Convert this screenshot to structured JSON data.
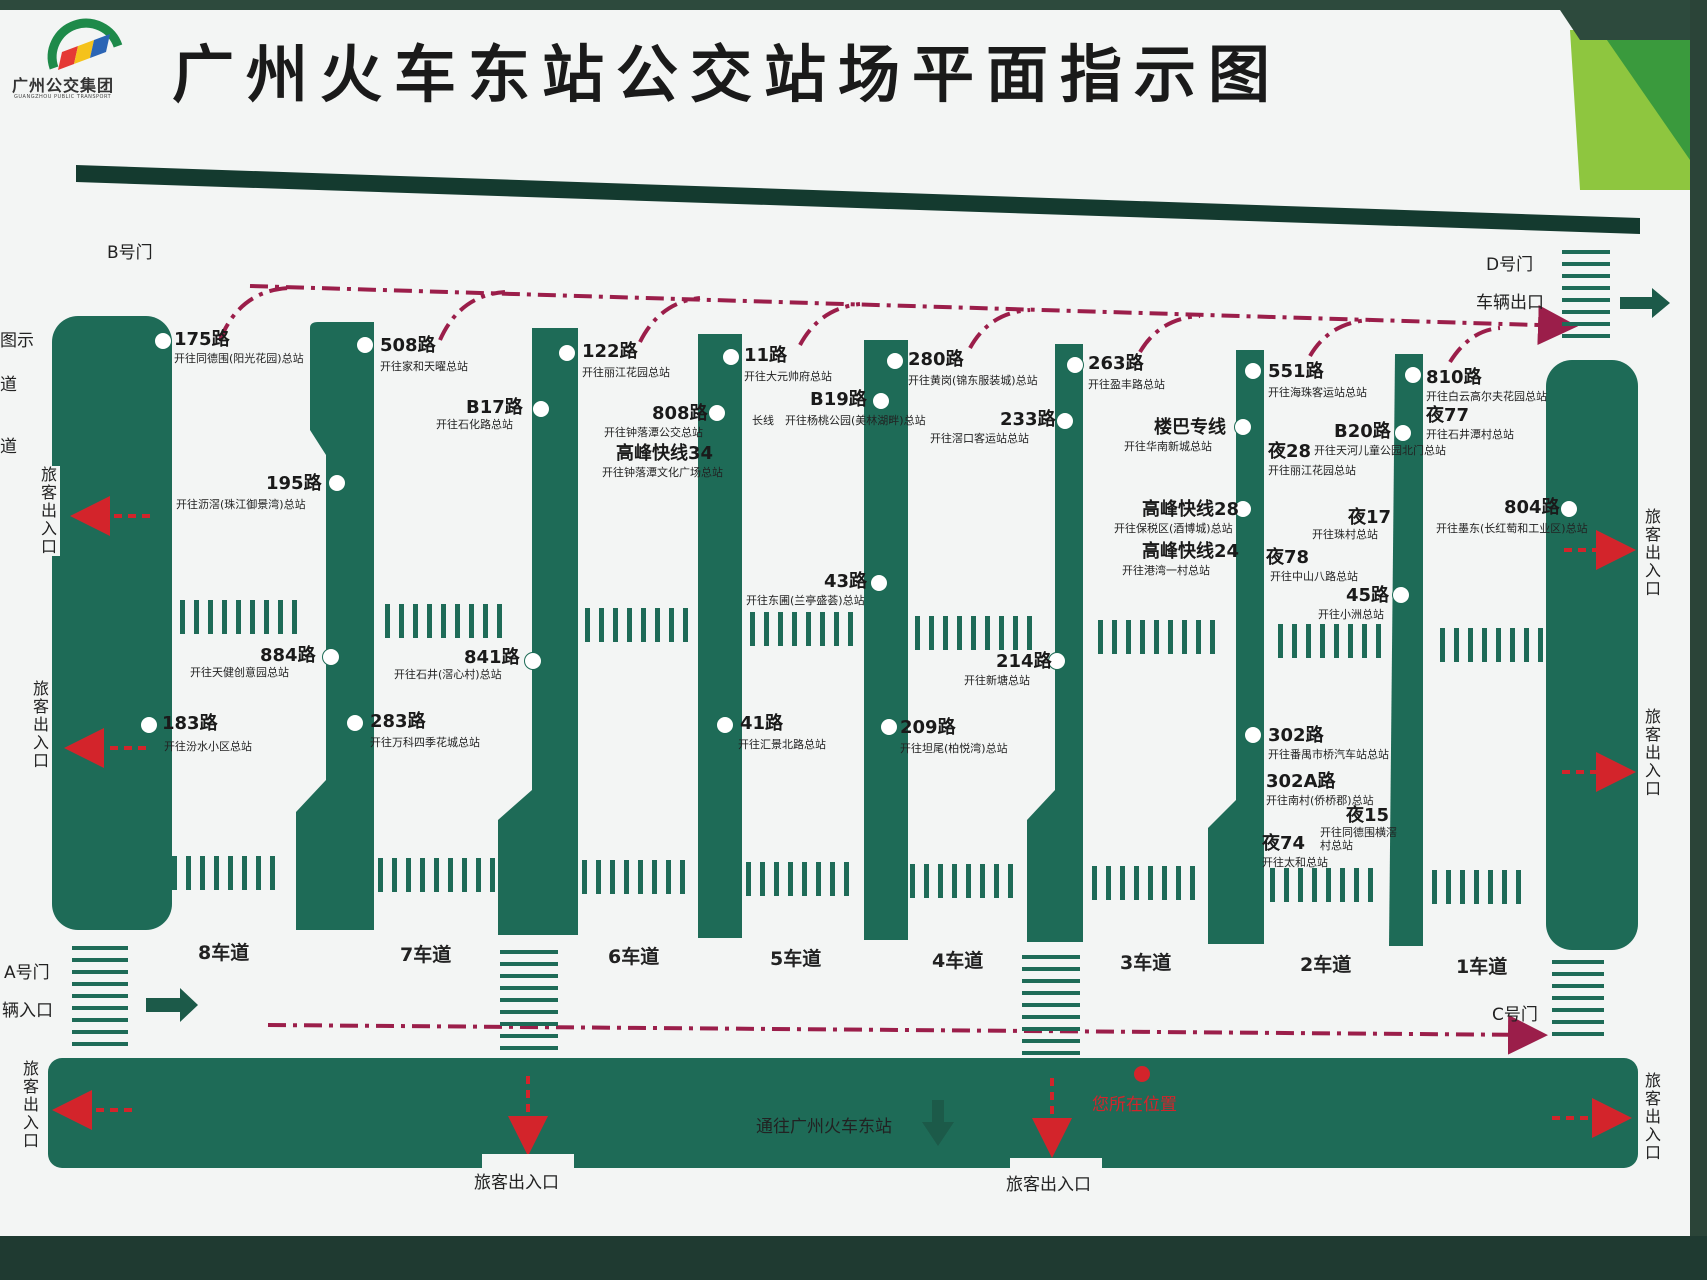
{
  "header": {
    "title": "广州火车东站公交站场平面指示图",
    "logo_text": "广州公交集团",
    "logo_sub": "GUANGZHOU PUBLIC TRANSPORT"
  },
  "colors": {
    "platform_green": "#1e6b57",
    "route_arrow": "#9b1e4a",
    "exit_arrow": "#d3242b"
  },
  "gates": {
    "B": "B号门",
    "D": "D号门",
    "vehicle_exit": "车辆出口",
    "A": "A号门",
    "vehicle_entrance": "辆入口",
    "C": "C号门"
  },
  "legend_fragments": [
    "图示",
    "道",
    "道"
  ],
  "passenger_exits": {
    "left_upper": "旅客出入口",
    "left_lower": "旅客出入口",
    "right_upper": "旅客出入口",
    "right_lower": "旅客出入口",
    "bottom_left": "旅客出入口",
    "bottom_right": "旅客出入口",
    "bottom_mid_1": "旅客出入口",
    "bottom_mid_2": "旅客出入口"
  },
  "lanes": [
    "8车道",
    "7车道",
    "6车道",
    "5车道",
    "4车道",
    "3车道",
    "2车道",
    "1车道"
  ],
  "concourse": {
    "to_station": "通往广州火车东站",
    "you_are_here": "您所在位置"
  },
  "stops": [
    {
      "route": "175路",
      "dest": "开往同德围(阳光花园)总站"
    },
    {
      "route": "183路",
      "dest": "开往汾水小区总站"
    },
    {
      "route": "508路",
      "dest": "开往家和天曜总站"
    },
    {
      "route": "195路",
      "dest": "开往沥滘(珠江御景湾)总站"
    },
    {
      "route": "884路",
      "dest": "开往天健创意园总站"
    },
    {
      "route": "283路",
      "dest": "开往万科四季花城总站"
    },
    {
      "route": "B17路",
      "dest": "开往石化路总站"
    },
    {
      "route": "841路",
      "dest": "开往石井(滘心村)总站"
    },
    {
      "route": "122路",
      "dest": "开往丽江花园总站"
    },
    {
      "route": "808路",
      "dest": "开往钟落潭公交总站"
    },
    {
      "route": "高峰快线34",
      "dest": "开往钟落潭文化广场总站"
    },
    {
      "route": "11路",
      "dest": "开往大元帅府总站"
    },
    {
      "route": "B19路",
      "dest": "长线　开往杨桃公园(美林湖畔)总站"
    },
    {
      "route": "43路",
      "dest": "开往东圃(兰亭盛荟)总站"
    },
    {
      "route": "41路",
      "dest": "开往汇景北路总站"
    },
    {
      "route": "280路",
      "dest": "开往黄岗(锦东服装城)总站"
    },
    {
      "route": "233路",
      "dest": "开往滘口客运站总站"
    },
    {
      "route": "214路",
      "dest": "开往新塘总站"
    },
    {
      "route": "209路",
      "dest": "开往坦尾(柏悦湾)总站"
    },
    {
      "route": "263路",
      "dest": "开往盈丰路总站"
    },
    {
      "route": "楼巴专线",
      "dest": "开往华南新城总站"
    },
    {
      "route": "高峰快线28",
      "dest": "开往保税区(酒博城)总站"
    },
    {
      "route": "高峰快线24",
      "dest": "开往港湾一村总站"
    },
    {
      "route": "551路",
      "dest": "开往海珠客运站总站"
    },
    {
      "route": "夜28",
      "dest": "开往丽江花园总站"
    },
    {
      "route": "B20路",
      "dest": "开往天河儿童公园北门总站"
    },
    {
      "route": "夜17",
      "dest": "开往珠村总站"
    },
    {
      "route": "夜78",
      "dest": "开往中山八路总站"
    },
    {
      "route": "45路",
      "dest": "开往小洲总站"
    },
    {
      "route": "302路",
      "dest": "开往番禺市桥汽车站总站"
    },
    {
      "route": "302A路",
      "dest": "开往南村(侨桥郡)总站"
    },
    {
      "route": "夜15",
      "dest": "开往同德围横滘村总站"
    },
    {
      "route": "夜74",
      "dest": "开往太和总站"
    },
    {
      "route": "810路",
      "dest": "开往白云高尔夫花园总站"
    },
    {
      "route": "夜77",
      "dest": "开往石井潭村总站"
    },
    {
      "route": "804路",
      "dest": "开往墨东(长红萄和工业区)总站"
    }
  ]
}
